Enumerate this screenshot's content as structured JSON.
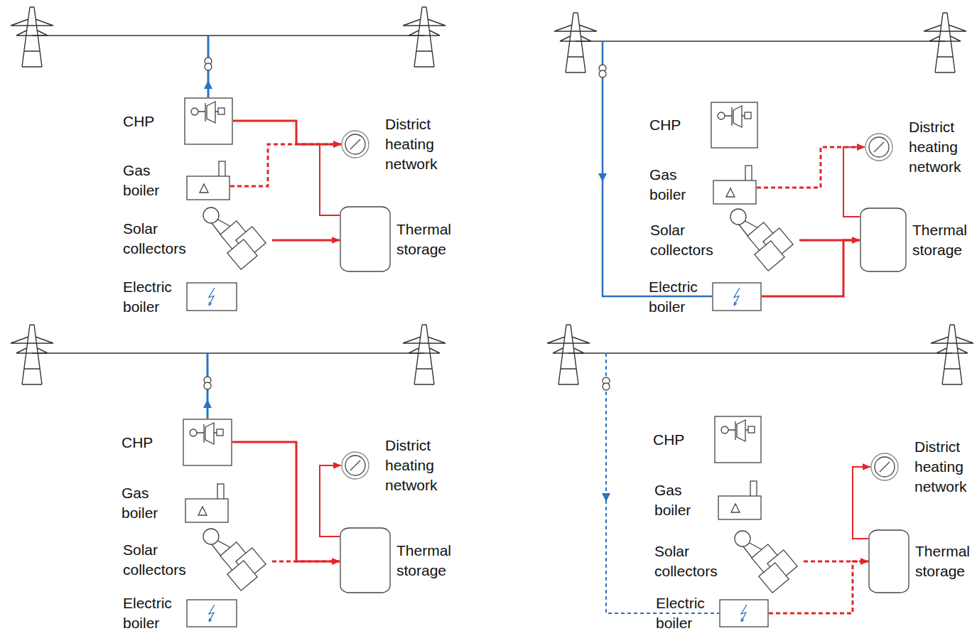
{
  "diagram": {
    "nodes": [
      {
        "text": [
          "CHP"
        ]
      },
      {
        "text": [
          "Gas boiler"
        ]
      },
      {
        "text": [
          "Solar collectors"
        ]
      },
      {
        "text": [
          "Electric boiler"
        ]
      },
      {
        "text": [
          "District heating network"
        ]
      },
      {
        "text": [
          "Thermal storage"
        ]
      },
      {
        "text": [
          "CHP"
        ]
      },
      {
        "text": [
          "Gas boiler"
        ]
      },
      {
        "text": [
          "Solar collectors"
        ]
      },
      {
        "text": [
          "Electric boiler"
        ]
      },
      {
        "text": [
          "District heating network"
        ]
      },
      {
        "text": [
          "Thermal storage"
        ]
      },
      {
        "text": [
          "CHP"
        ]
      },
      {
        "text": [
          "Gas boiler"
        ]
      },
      {
        "text": [
          "Solar collectors"
        ]
      },
      {
        "text": [
          "Electric boiler"
        ]
      },
      {
        "text": [
          "District heating network"
        ]
      },
      {
        "text": [
          "Thermal storage"
        ]
      },
      {
        "text": [
          "CHP"
        ]
      },
      {
        "text": [
          "Gas boiler"
        ]
      },
      {
        "text": [
          "Solar collectors"
        ]
      },
      {
        "text": [
          "Electric boiler"
        ]
      },
      {
        "text": [
          "District heating network"
        ]
      },
      {
        "text": [
          "Thermal storage"
        ]
      }
    ],
    "edges": [
      {
        "from": 0,
        "to": 4,
        "arrow": "to"
      },
      {
        "from": 1,
        "to": 4,
        "arrow": "to"
      },
      {
        "from": 2,
        "to": 5,
        "arrow": "to"
      },
      {
        "from": 5,
        "to": 4,
        "arrow": "to"
      },
      {
        "from": 7,
        "to": 10,
        "arrow": "to"
      },
      {
        "from": 8,
        "to": 11,
        "arrow": "to"
      },
      {
        "from": 9,
        "to": 11,
        "arrow": "to"
      },
      {
        "from": 11,
        "to": 10,
        "arrow": "to"
      },
      {
        "from": 14,
        "to": 17,
        "arrow": "to"
      },
      {
        "from": 12,
        "to": 17,
        "arrow": "to"
      },
      {
        "from": 17,
        "to": 16,
        "arrow": "to"
      },
      {
        "from": 20,
        "to": 23,
        "arrow": "to"
      },
      {
        "from": 21,
        "to": 23,
        "arrow": "to"
      },
      {
        "from": 23,
        "to": 22,
        "arrow": "to"
      }
    ]
  }
}
